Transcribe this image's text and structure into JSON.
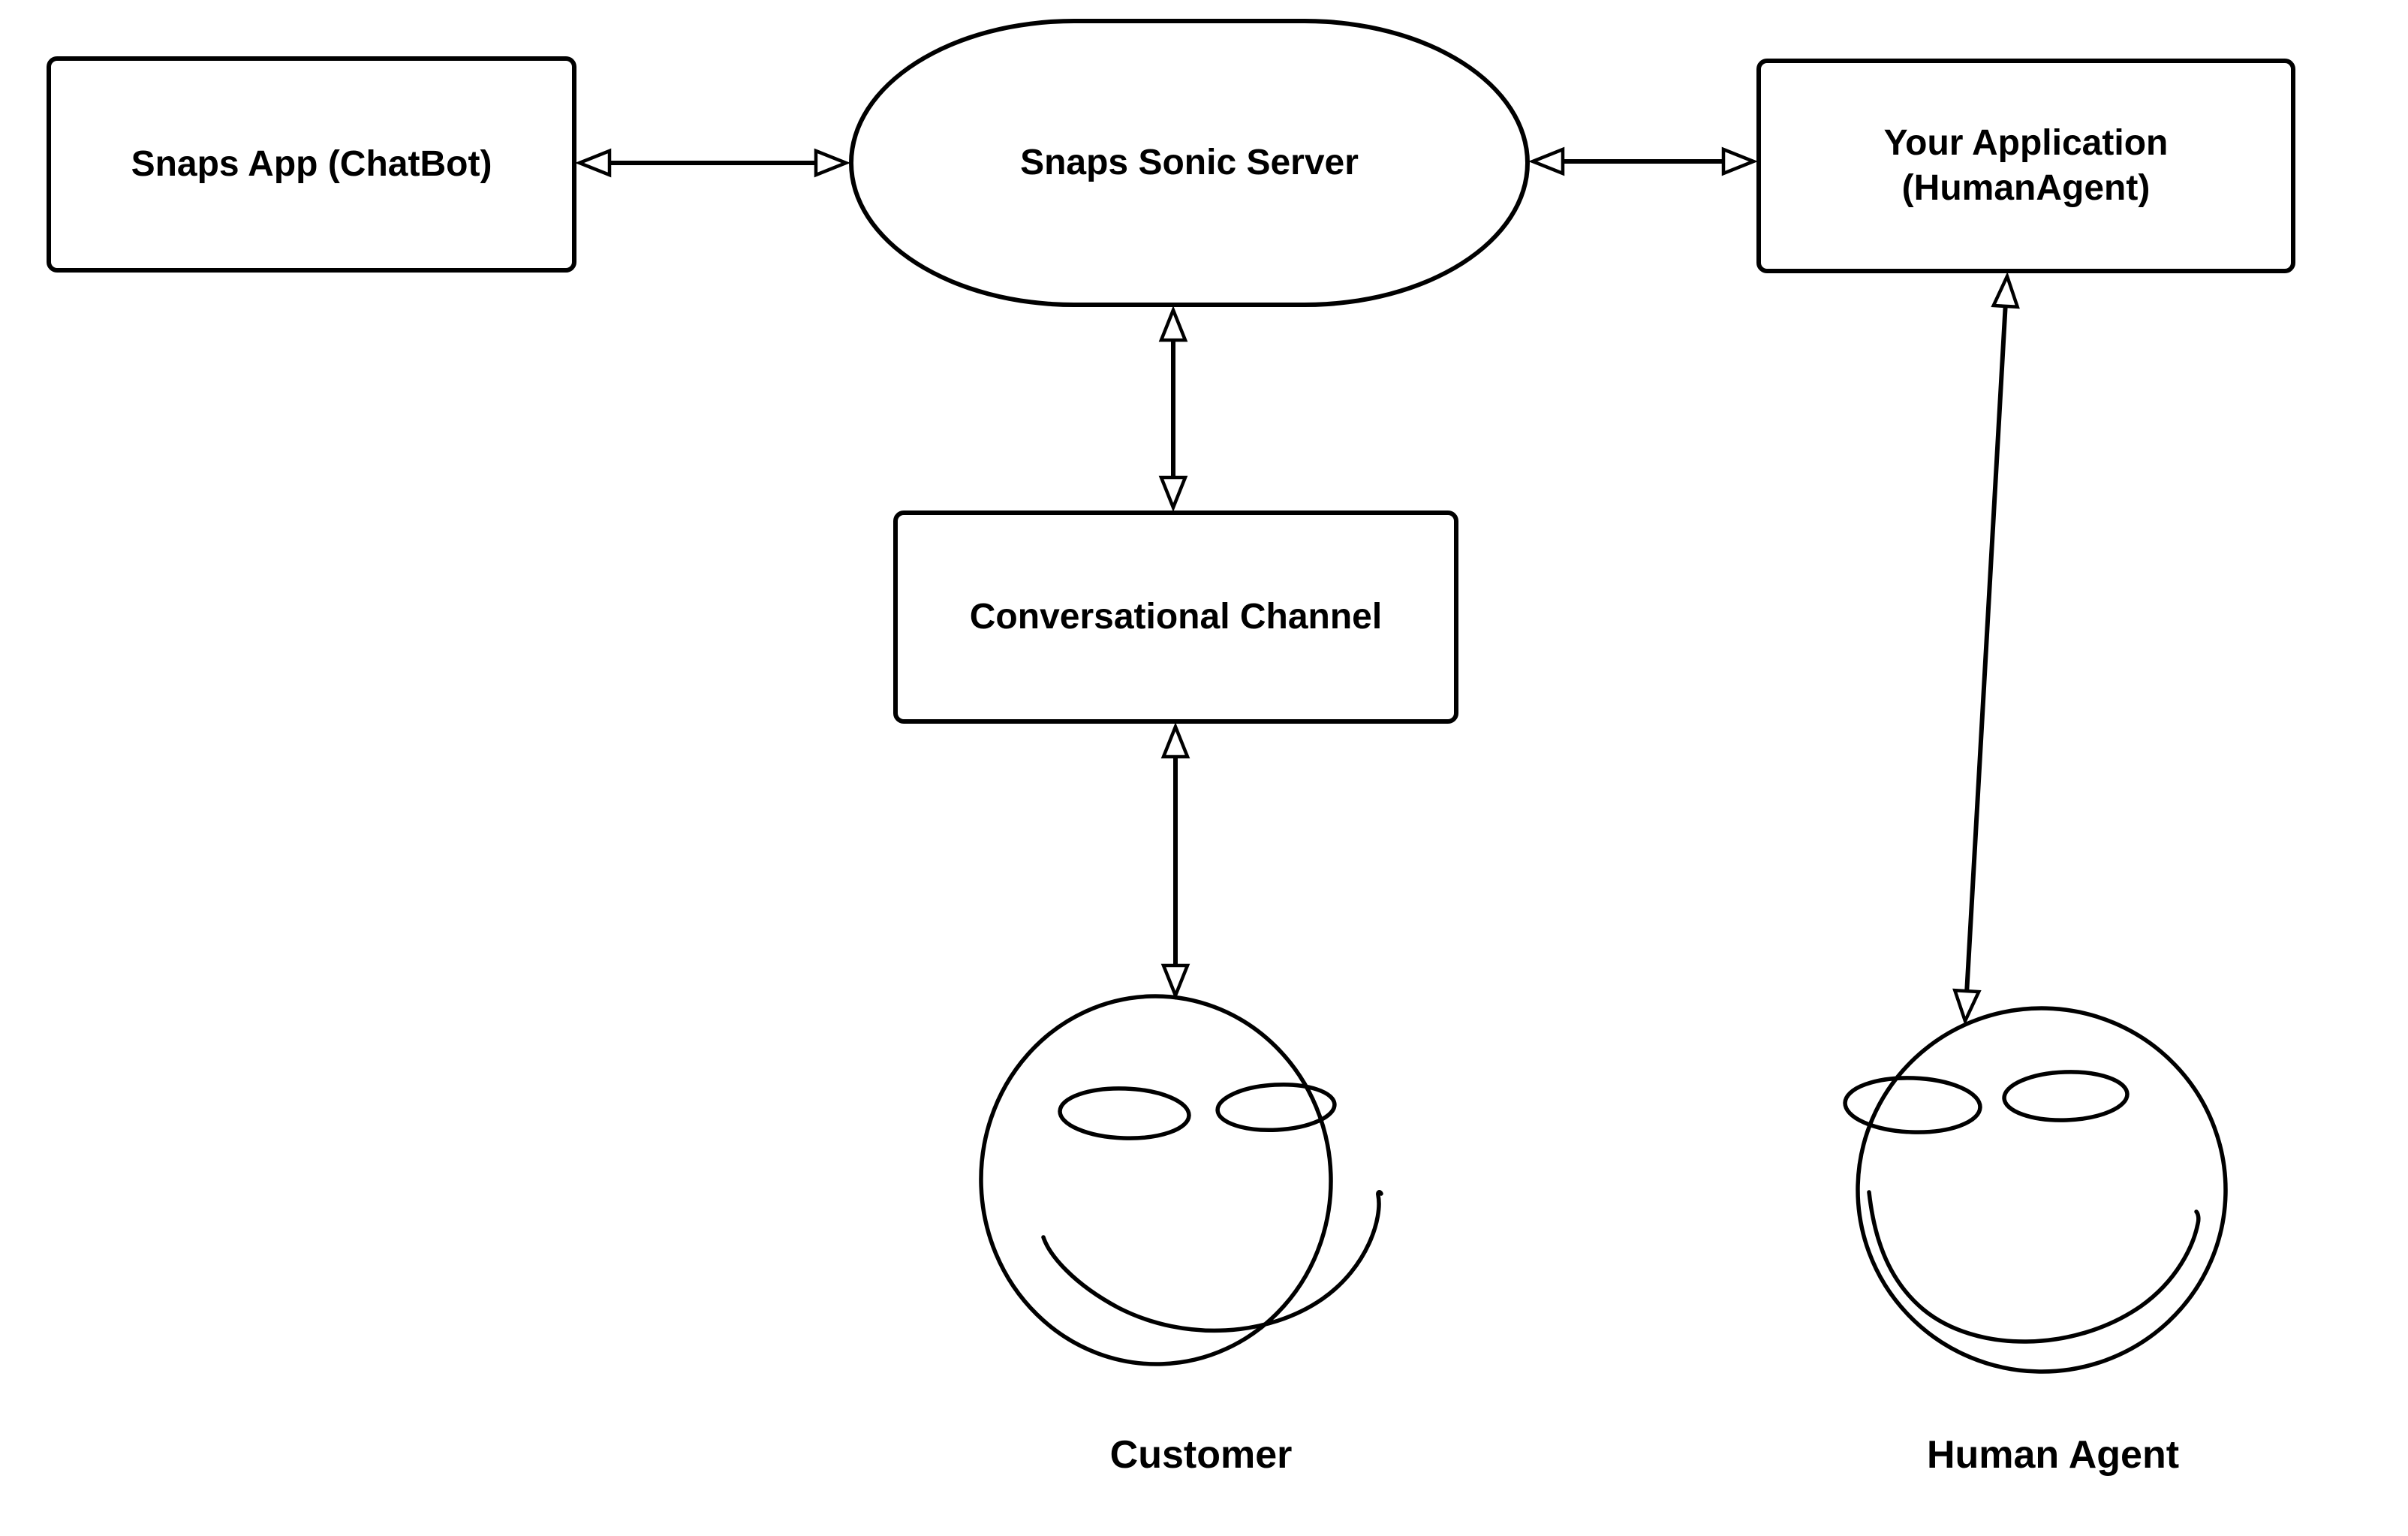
{
  "diagram": {
    "background_color": "#ffffff",
    "stroke_color": "#000000",
    "text_color": "#000000",
    "nodes": {
      "snaps_app": {
        "label": "Snaps App (ChatBot)",
        "shape": "rectangle"
      },
      "sonic_server": {
        "label": "Snaps Sonic Server",
        "shape": "stadium"
      },
      "your_application": {
        "lines": [
          "Your Application",
          "(HumanAgent)"
        ],
        "shape": "rectangle"
      },
      "conversational_channel": {
        "label": "Conversational Channel",
        "shape": "rectangle"
      },
      "customer": {
        "label": "Customer",
        "shape": "smiley-face"
      },
      "human_agent": {
        "label": "Human Agent",
        "shape": "smiley-face"
      }
    },
    "edges": [
      {
        "from": "snaps_app",
        "to": "sonic_server",
        "direction": "bidirectional",
        "style": "hollow-arrowheads"
      },
      {
        "from": "sonic_server",
        "to": "your_application",
        "direction": "bidirectional",
        "style": "hollow-arrowheads"
      },
      {
        "from": "sonic_server",
        "to": "conversational_channel",
        "direction": "bidirectional",
        "style": "hollow-arrowheads"
      },
      {
        "from": "conversational_channel",
        "to": "customer",
        "direction": "bidirectional",
        "style": "hollow-arrowheads"
      },
      {
        "from": "your_application",
        "to": "human_agent",
        "direction": "bidirectional",
        "style": "hollow-arrowheads"
      }
    ]
  }
}
